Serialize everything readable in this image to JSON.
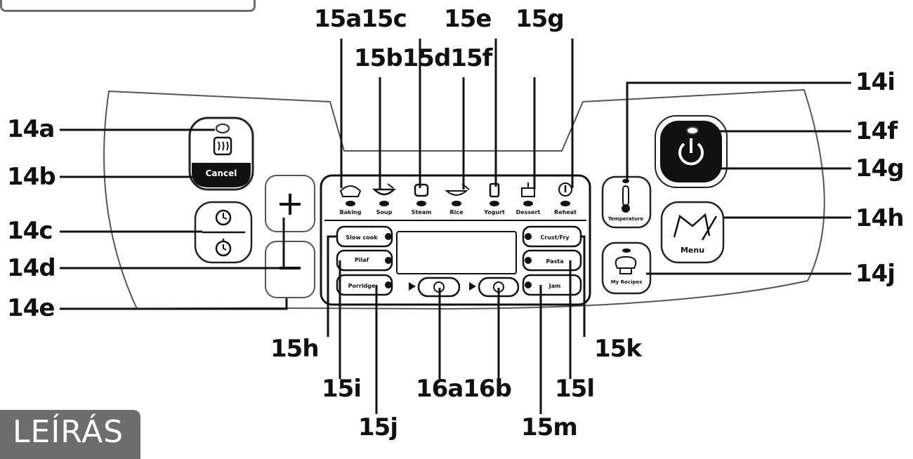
{
  "section_title": "LEÍRÁS",
  "labels": {
    "l14a": "14a",
    "l14b": "14b",
    "l14c": "14c",
    "l14d": "14d",
    "l14e": "14e",
    "l14f": "14f",
    "l14g": "14g",
    "l14h": "14h",
    "l14i": "14i",
    "l14j": "14j",
    "l15a15c": "15a15c",
    "l15e": "15e",
    "l15g": "15g",
    "l15b15d15f": "15b15d15f",
    "l15h": "15h",
    "l15i": "15i",
    "l15j": "15j",
    "l15k": "15k",
    "l15l": "15l",
    "l15m": "15m",
    "l16a16b": "16a16b"
  },
  "panel": {
    "cancel": "Cancel",
    "menu": "Menu",
    "temperature": "Temperature",
    "my_recipes": "My Recipes",
    "programs": [
      "Baking",
      "Soup",
      "Steam",
      "Rice",
      "Yogurt",
      "Dessert",
      "Reheat"
    ],
    "left_buttons": [
      "Slow cook",
      "Pilaf",
      "Porridge"
    ],
    "right_buttons": [
      "Crust/Fry",
      "Pasta",
      "Jam"
    ]
  },
  "icons": {
    "power": "power-icon",
    "plus": "plus-icon",
    "minus": "minus-icon",
    "heater": "heating-icon",
    "clock": "clock-icon",
    "timer": "stopwatch-icon",
    "book": "recipe-book-icon",
    "chef": "chef-hat-icon",
    "thermometer": "thermometer-icon"
  }
}
